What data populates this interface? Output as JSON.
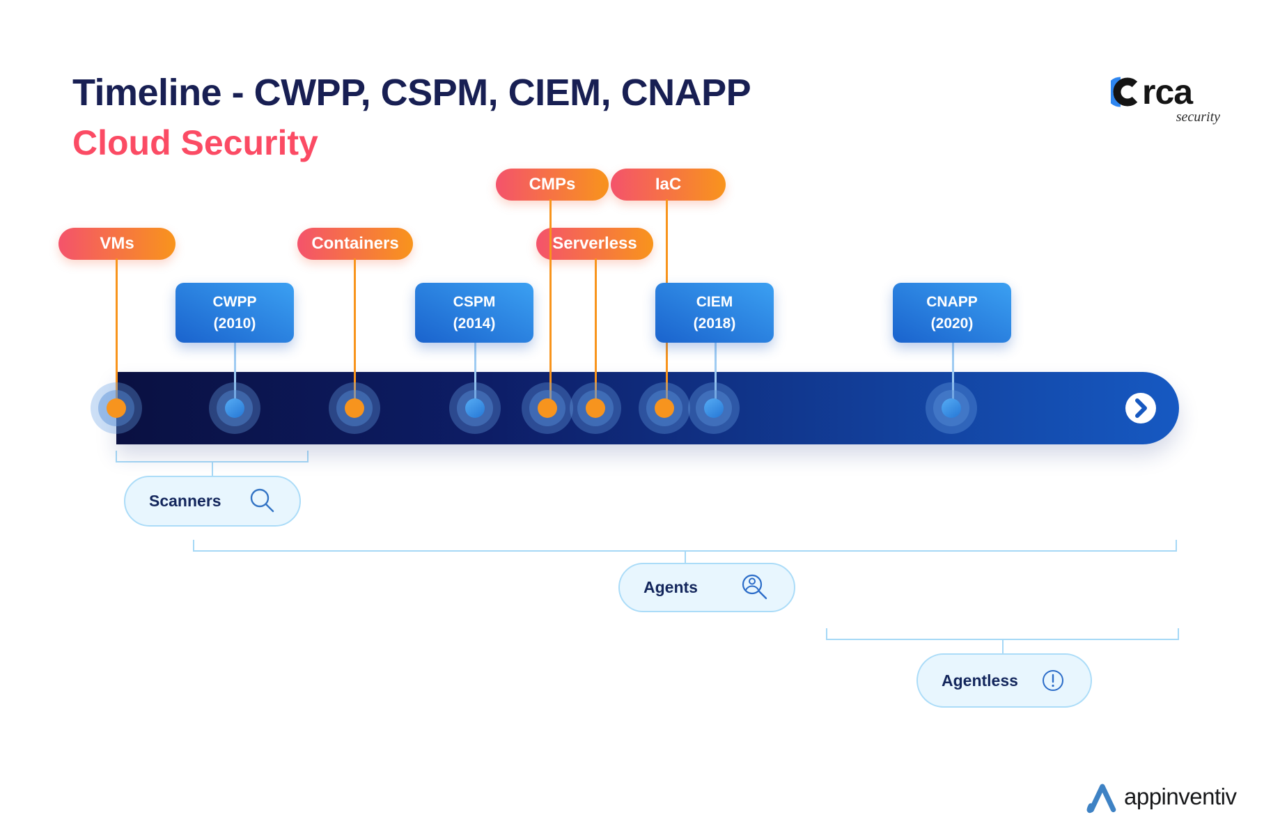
{
  "header": {
    "title": "Timeline - CWPP, CSPM, CIEM, CNAPP",
    "subtitle": "Cloud Security",
    "title_color": "#181f53",
    "subtitle_color": "#fb4b64"
  },
  "branding": {
    "orca": {
      "wordmark": "rca",
      "wordmark_full": "orca",
      "tagline": "security"
    },
    "appinventiv": {
      "wordmark": "appinventiv",
      "mark_color": "#3e82c4"
    }
  },
  "timeline": {
    "bar": {
      "gradient_start": "#0a1041",
      "gradient_end": "#1659c2",
      "end_icon": "chevron-right-icon"
    },
    "tags": [
      {
        "label": "VMs"
      },
      {
        "label": "Containers"
      },
      {
        "label": "CMPs"
      },
      {
        "label": "IaC"
      },
      {
        "label": "Serverless"
      }
    ],
    "tag_gradient": {
      "from": "#f4536b",
      "to": "#f8941c"
    },
    "milestones": [
      {
        "label": "CWPP",
        "year": "(2010)"
      },
      {
        "label": "CSPM",
        "year": "(2014)"
      },
      {
        "label": "CIEM",
        "year": "(2018)"
      },
      {
        "label": "CNAPP",
        "year": "(2020)"
      }
    ],
    "milestone_gradient": {
      "from": "#1a63cd",
      "to": "#3ba0f2"
    },
    "dots": [
      {
        "name": "vms-dot",
        "color": "orange"
      },
      {
        "name": "cwpp-dot",
        "color": "blue"
      },
      {
        "name": "containers-dot",
        "color": "orange"
      },
      {
        "name": "cspm-dot",
        "color": "blue"
      },
      {
        "name": "cmps-dot",
        "color": "orange"
      },
      {
        "name": "serverless-dot",
        "color": "orange"
      },
      {
        "name": "iac-dot",
        "color": "orange"
      },
      {
        "name": "ciem-dot",
        "color": "blue"
      },
      {
        "name": "cnapp-dot",
        "color": "blue"
      }
    ],
    "dot_colors": {
      "orange": "#f7941e",
      "blue": "#3b97e8"
    },
    "groups": [
      {
        "label": "Scanners",
        "icon": "magnifier-icon"
      },
      {
        "label": "Agents",
        "icon": "user-search-icon"
      },
      {
        "label": "Agentless",
        "icon": "alert-circle-icon"
      }
    ]
  }
}
